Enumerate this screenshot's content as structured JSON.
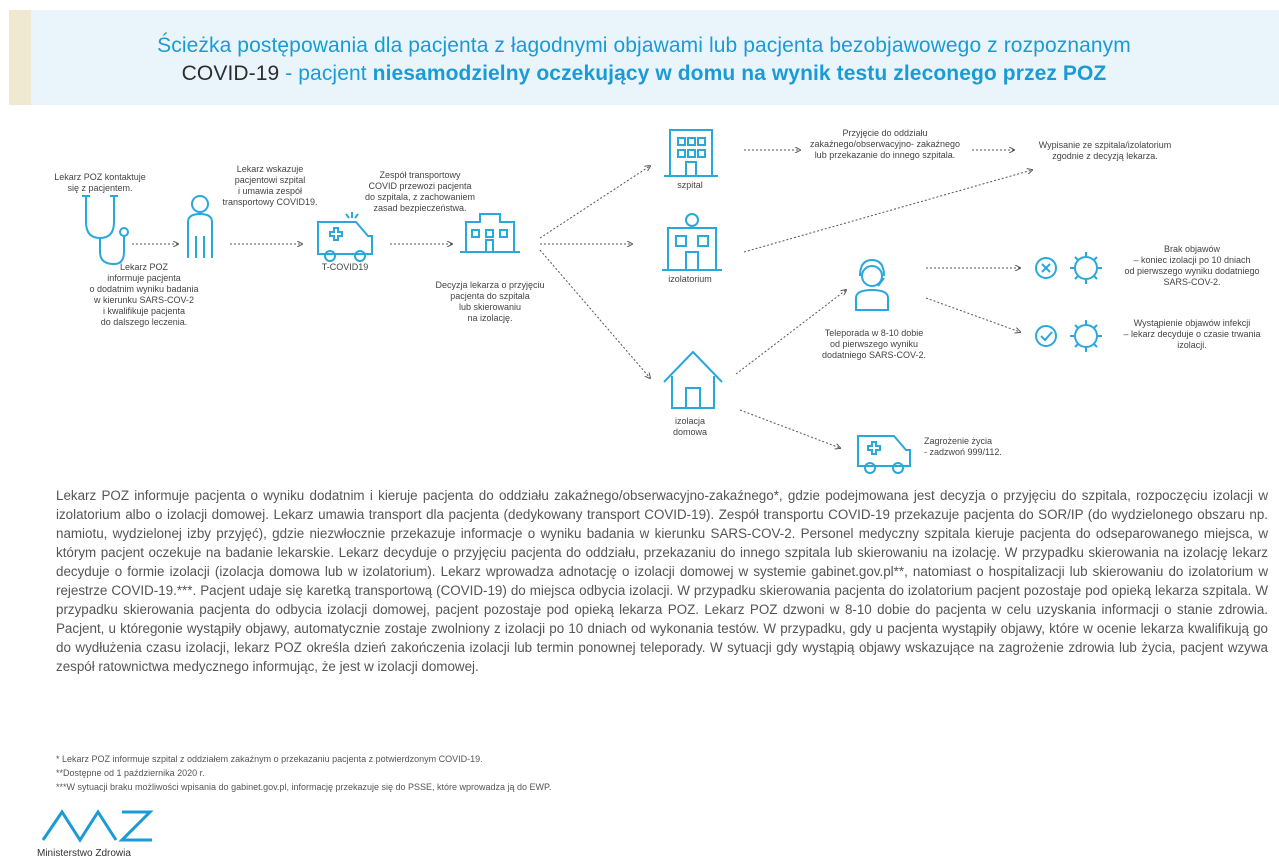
{
  "header": {
    "title_line1": "Ścieżka postępowania dla pacjenta z łagodnymi objawami lub pacjenta bezobjawowego z rozpoznanym",
    "title_line2_part1": "COVID-19",
    "title_line2_part2": " - pacjent ",
    "title_line2_part3": "niesamodzielny oczekujący w domu na wynik testu zleconego przez POZ"
  },
  "flow": {
    "step1_top": [
      "Lekarz POZ kontaktuje",
      "się z pacjentem."
    ],
    "step1_bottom": [
      "Lekarz POZ",
      "informuje pacjenta",
      "o dodatnim wyniku badania",
      "w kierunku SARS-COV-2",
      "i kwalifikuje pacjenta",
      "do dalszego leczenia."
    ],
    "step2": [
      "Lekarz wskazuje",
      "pacjentowi szpital",
      "i umawia zespół",
      "transportowy COVID19."
    ],
    "step3": [
      "Zespół transportowy",
      "COVID przewozi pacjenta",
      "do szpitala, z zachowaniem",
      "zasad bezpieczeństwa."
    ],
    "ambulance_label": "T-COVID19",
    "decision": [
      "Decyzja lekarza o przyjęciu",
      "pacjenta do szpitala",
      "lub skierowaniu",
      "na izolację."
    ],
    "szpital_label": "szpital",
    "izolatorium_label": "izolatorium",
    "izolacja_label": [
      "izolacja",
      "domowa"
    ],
    "admission": [
      "Przyjęcie do oddziału",
      "zakaźnego/obserwacyjno- zakaźnego",
      "lub przekazanie do innego szpitala."
    ],
    "discharge": [
      "Wypisanie ze szpitala/izolatorium",
      "zgodnie z decyzją lekarza."
    ],
    "teleporada": [
      "Teleporada w 8-10 dobie",
      "od pierwszego wyniku",
      "dodatniego SARS-COV-2."
    ],
    "no_symptoms": [
      "Brak objawów",
      "– koniec izolacji po 10 dniach",
      "od pierwszego wyniku dodatniego",
      "SARS-COV-2."
    ],
    "symptoms": [
      "Wystąpienie objawów infekcji",
      "– lekarz decyduje o czasie trwania",
      "izolacji."
    ],
    "danger": [
      "Zagrożenie życia",
      "- zadzwoń 999/112."
    ]
  },
  "body_text": "Lekarz POZ informuje pacjenta o wyniku dodatnim i kieruje pacjenta do oddziału zakaźnego/obserwacyjno-zakaźnego*, gdzie podejmowana jest decyzja o przyjęciu do szpitala, rozpoczęciu izolacji w izolatorium albo o izolacji domowej. Lekarz umawia transport dla pacjenta (dedykowany transport COVID-19). Zespół transportu COVID-19 przekazuje pacjenta do SOR/IP (do wydzielonego obszaru np. namiotu, wydzielonej izby przyjęć), gdzie niezwłocznie przekazuje informacje o wyniku badania w kierunku SARS-COV-2. Personel medyczny szpitala kieruje pacjenta do odseparowanego miejsca, w którym pacjent oczekuje na badanie lekarskie. Lekarz decyduje o przyjęciu pacjenta do oddziału, przekazaniu do innego szpitala lub skierowaniu na izolację. W przypadku skierowania na izolację lekarz decyduje o formie izolacji (izolacja domowa lub w izolatorium). Lekarz wprowadza adnotację o izolacji domowej w systemie gabinet.gov.pl**, natomiast o hospitalizacji lub skierowaniu do izolatorium w rejestrze COVID-19.***. Pacjent udaje się karetką transportową (COVID-19) do miejsca odbycia izolacji. W przypadku skierowania pacjenta do izolatorium pacjent pozostaje pod opieką lekarza szpitala. W przypadku skierowania pacjenta do odbycia izolacji domowej, pacjent pozostaje pod opieką lekarza POZ. Lekarz POZ dzwoni w 8-10 dobie do pacjenta w celu uzyskania informacji o stanie zdrowia. Pacjent, u któregonie wystąpiły objawy, automatycznie zostaje zwolniony z izolacji po 10 dniach od wykonania testów. W przypadku, gdy u pacjenta wystąpiły objawy, które w ocenie lekarza kwalifikują go do wydłużenia czasu izolacji, lekarz POZ określa dzień zakończenia izolacji lub termin ponownej teleporady. W sytuacji gdy wystąpią objawy wskazujące na zagrożenie zdrowia lub życia, pacjent wzywa zespół ratownictwa medycznego informując, że jest w izolacji domowej.",
  "footnotes": {
    "f1": "* Lekarz POZ informuje szpital z oddziałem zakaźnym o przekazaniu pacjenta z potwierdzonym COVID-19.",
    "f2": "**Dostępne od 1 października 2020 r.",
    "f3": "***W sytuacji braku możliwości wpisania do gabinet.gov.pl, informację przekazuje się do PSSE, które wprowadza ją do EWP."
  },
  "logo": {
    "text": "Ministerstwo Zdrowia"
  },
  "colors": {
    "accent": "#1a9bd7",
    "icon": "#2aa8dc",
    "header_bg": "#eaf5fb"
  }
}
